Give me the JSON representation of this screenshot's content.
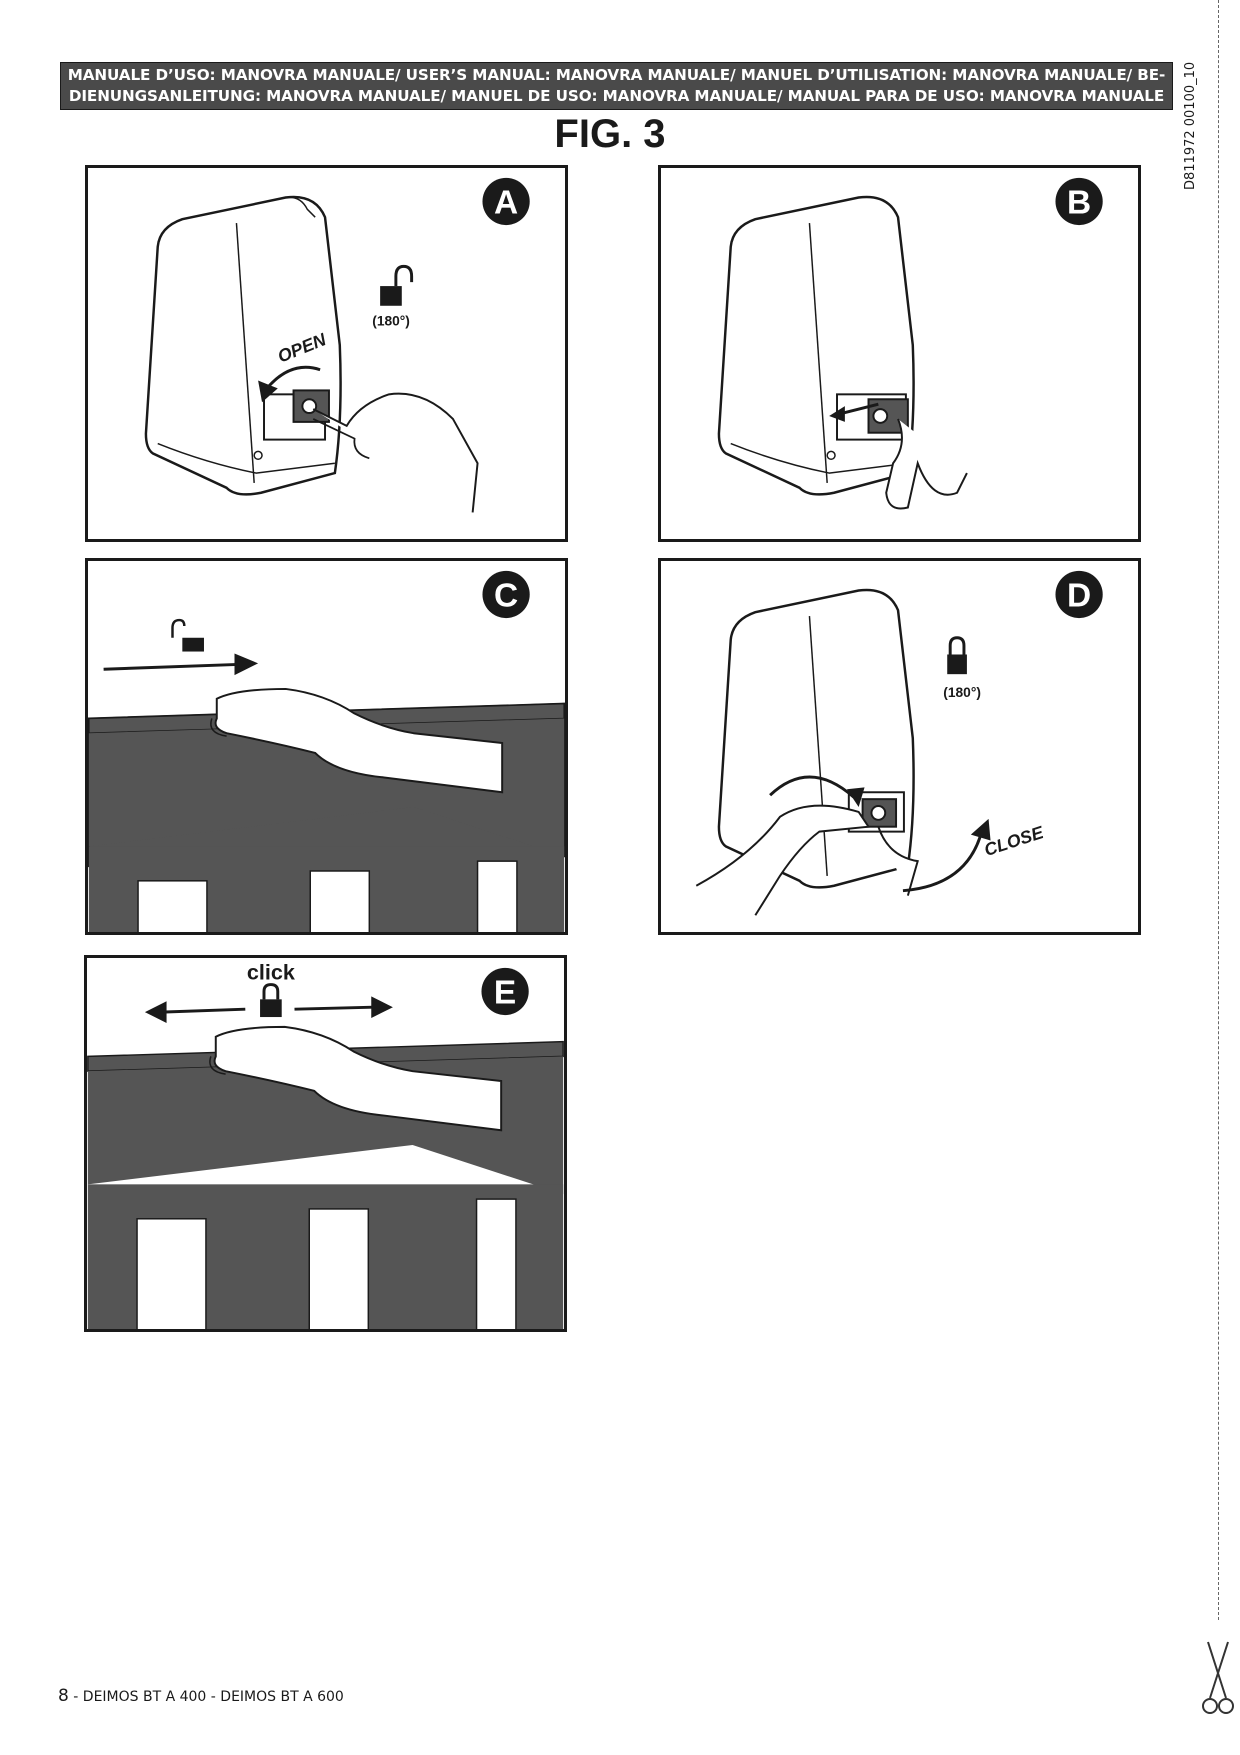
{
  "header": {
    "line1": "MANUALE D’USO: MANOVRA MANUALE/ USER’S MANUAL: MANOVRA MANUALE/ MANUEL D’UTILISATION: MANOVRA MANUALE/ BE-",
    "line2": "DIENUNGSANLEITUNG: MANOVRA MANUALE/ MANUEL DE USO: MANOVRA MANUALE/ MANUAL PARA DE USO: MANOVRA MANUALE"
  },
  "figure": {
    "title": "FIG. 3"
  },
  "side_code": "D811972 00100_10",
  "panels": {
    "a": {
      "badge": "A",
      "rotation": "(180°)",
      "direction": "OPEN"
    },
    "b": {
      "badge": "B"
    },
    "c": {
      "badge": "C"
    },
    "d": {
      "badge": "D",
      "rotation": "(180°)",
      "direction": "CLOSE"
    },
    "e": {
      "badge": "E",
      "action": "click"
    }
  },
  "footer": {
    "page_number": "8",
    "separator": "-",
    "product": "DEIMOS BT A 400 - DEIMOS BT A 600"
  }
}
